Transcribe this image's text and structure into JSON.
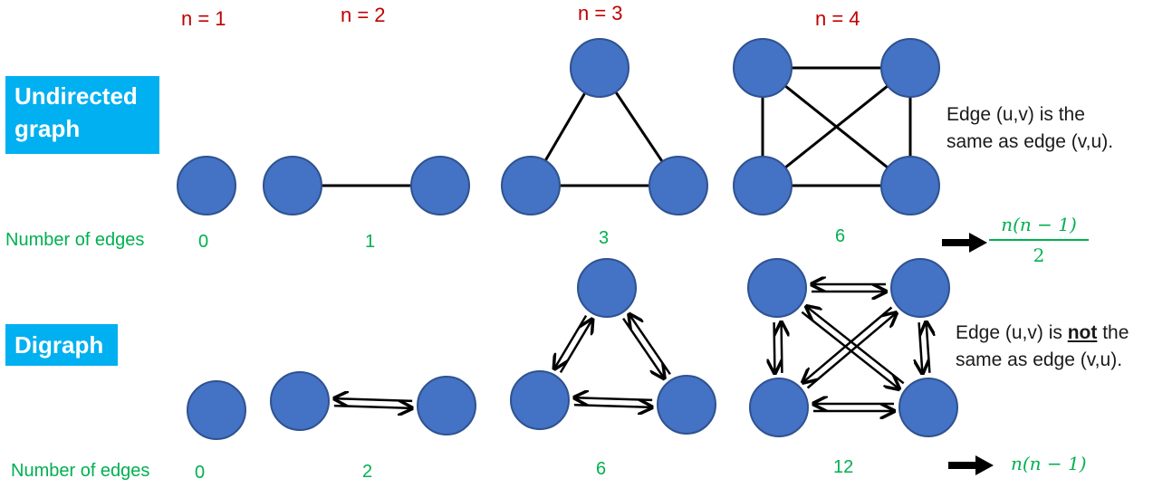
{
  "columns": [
    {
      "label": "n = 1"
    },
    {
      "label": "n = 2"
    },
    {
      "label": "n = 3"
    },
    {
      "label": "n = 4"
    }
  ],
  "undirected": {
    "title": "Undirected graph",
    "row_label": "Number of edges",
    "counts": [
      "0",
      "1",
      "3",
      "6"
    ],
    "note": {
      "line1": "Edge (u,v) is the",
      "line2": "same as edge (v,u)."
    },
    "formula": {
      "numerator": "n(n − 1)",
      "denominator": "2"
    }
  },
  "digraph": {
    "title": "Digraph",
    "row_label": "Number of edges",
    "counts": [
      "0",
      "2",
      "6",
      "12"
    ],
    "note": {
      "line1_pre": "Edge (u,v) is ",
      "line1_bold": "not",
      "line1_post": " the",
      "line2": "same as edge (v,u)."
    },
    "formula": "n(n − 1)"
  },
  "colors": {
    "node_fill": "#4472c4",
    "node_stroke": "#2f528f",
    "title_box": "#00b0f0",
    "n_label": "#c00000",
    "count_text": "#00b050"
  }
}
